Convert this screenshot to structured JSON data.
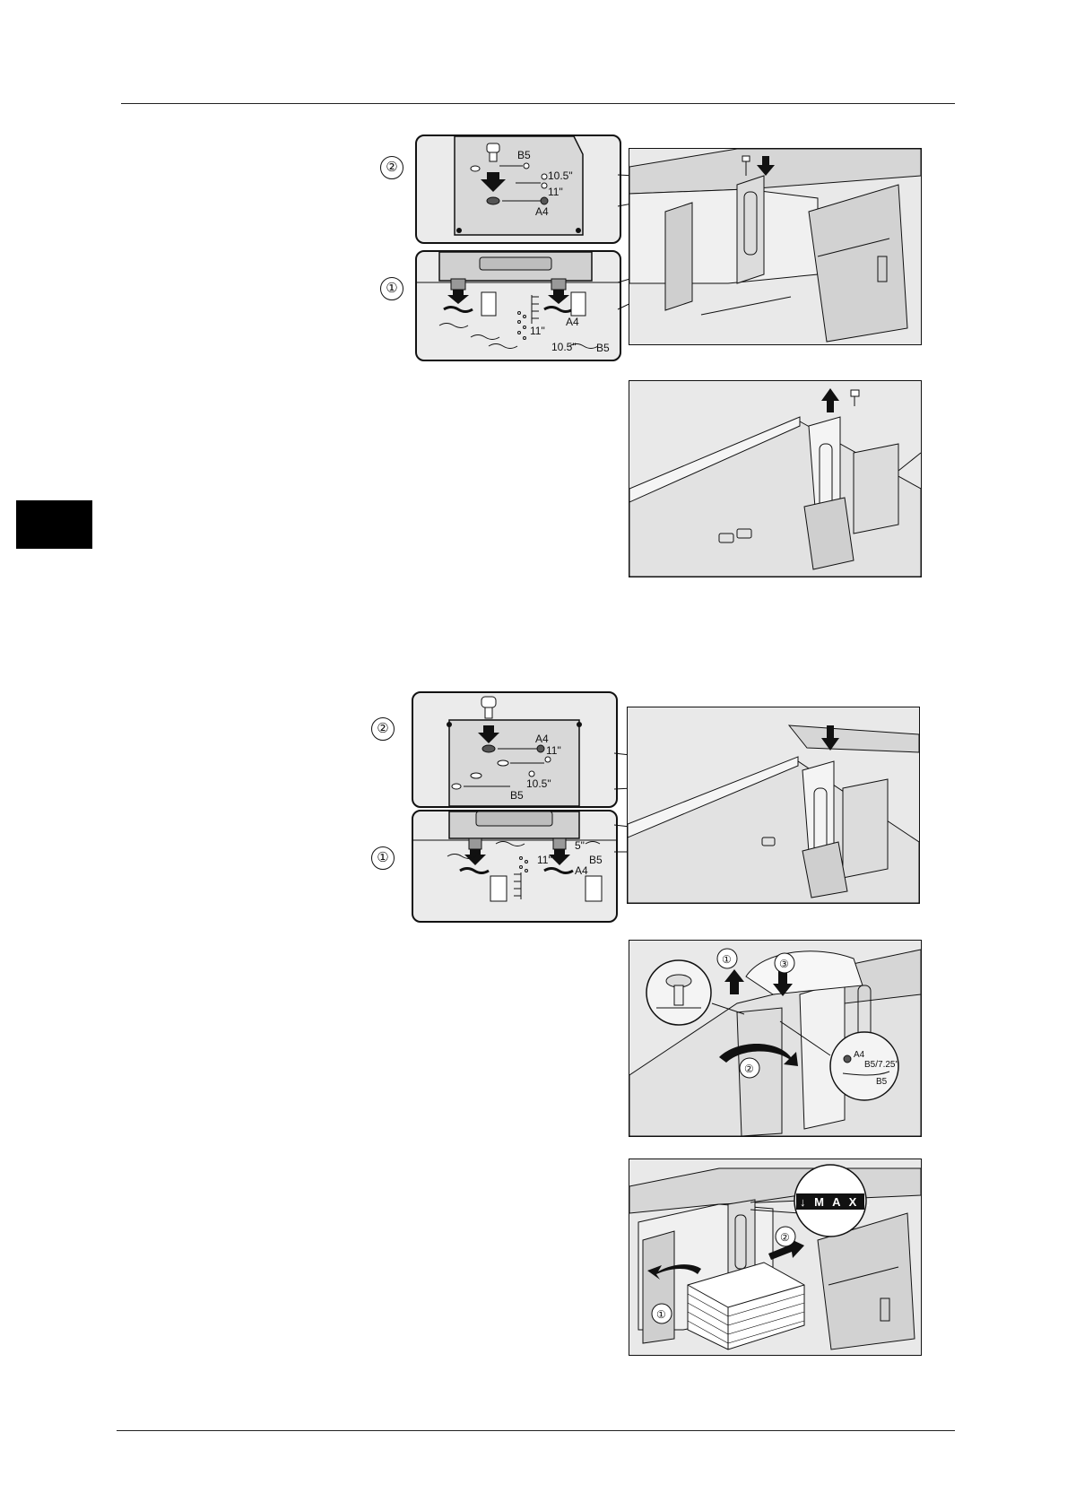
{
  "figure1": {
    "step_top": "②",
    "step_bottom": "①",
    "inset_top_labels": {
      "b5": "B5",
      "s105": "10.5\"",
      "s11": "11\"",
      "a4": "A4"
    },
    "inset_bottom_labels": {
      "a4": "A4",
      "s11": "11\"",
      "s105": "10.5\"",
      "b5": "B5"
    }
  },
  "figure3": {
    "step_top": "②",
    "step_bottom": "①",
    "inset_top_labels": {
      "a4": "A4",
      "s11": "11\"",
      "s105": "10.5\"",
      "b5": "B5"
    },
    "inset_bottom_labels": {
      "s11": "11\"",
      "s5": "5\"",
      "b5": "B5",
      "a4": "A4"
    }
  },
  "figure4": {
    "steps": [
      "①",
      "②",
      "③"
    ],
    "zoom_labels": {
      "a4": "A4",
      "b5": "B5/7.25\"",
      "b5b": "B5"
    }
  },
  "figure5": {
    "steps": [
      "①",
      "②"
    ],
    "max_label": "↓ M A X ↓"
  },
  "colors": {
    "line": "#111111",
    "fill": "#e9e9e9",
    "tab": "#000000"
  },
  "icons": [
    "screw-icon",
    "arrow-down-icon",
    "arrow-up-icon",
    "curved-arrow-icon",
    "magnifier-callout-icon"
  ]
}
